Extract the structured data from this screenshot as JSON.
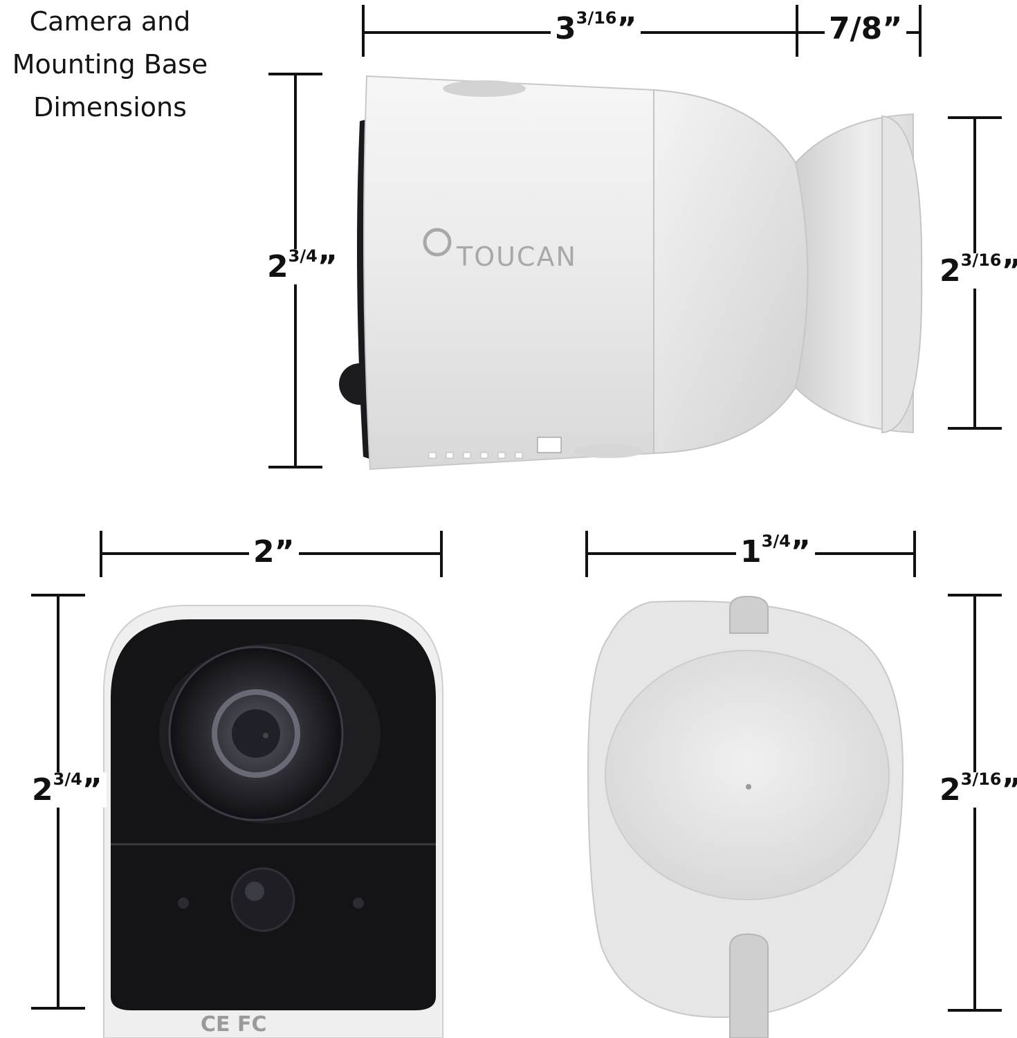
{
  "title": {
    "line1": "Camera and",
    "line2": "Mounting Base",
    "line3": "Dimensions"
  },
  "brand": {
    "logo_text": "TOUCAN"
  },
  "certification_marks": "CE FC",
  "dimensions": {
    "camera_side_length": {
      "whole": "3",
      "fraction": "3/16",
      "unit": "”"
    },
    "mount_depth": {
      "whole": "7/8",
      "unit": "”"
    },
    "camera_side_height": {
      "whole": "2",
      "fraction": "3/4",
      "unit": "”"
    },
    "mount_side_height": {
      "whole": "2",
      "fraction": "3/16",
      "unit": "”"
    },
    "camera_front_width": {
      "whole": "2",
      "unit": "”"
    },
    "camera_front_height": {
      "whole": "2",
      "fraction": "3/4",
      "unit": "”"
    },
    "base_width": {
      "whole": "1",
      "fraction": "3/4",
      "unit": "”"
    },
    "base_height": {
      "whole": "2",
      "fraction": "3/16",
      "unit": "”"
    }
  },
  "colors": {
    "body_white": "#ececec",
    "lens_black": "#161619",
    "line_black": "#111111",
    "mount_gray": "#dadada"
  }
}
